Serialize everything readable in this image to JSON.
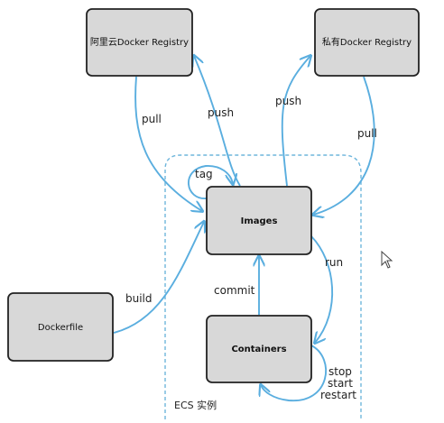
{
  "colors": {
    "edge": "#5aaedf",
    "group_border": "#6fb6dc",
    "node_fill": "#d8d8d8",
    "node_border": "#222222"
  },
  "group": {
    "label": "ECS 实例"
  },
  "nodes": {
    "aliyun_registry": {
      "label": "阿里云Docker Registry"
    },
    "private_registry": {
      "label": "私有Docker Registry"
    },
    "images": {
      "label": "Images"
    },
    "containers": {
      "label": "Containers"
    },
    "dockerfile": {
      "label": "Dockerfile"
    }
  },
  "edges": {
    "pull_left": {
      "label": "pull"
    },
    "push_left": {
      "label": "push"
    },
    "push_right": {
      "label": "push"
    },
    "pull_right": {
      "label": "pull"
    },
    "tag": {
      "label": "tag"
    },
    "build": {
      "label": "build"
    },
    "commit": {
      "label": "commit"
    },
    "run": {
      "label": "run"
    },
    "stop": {
      "label": "stop"
    },
    "start": {
      "label": "start"
    },
    "restart": {
      "label": "restart"
    }
  },
  "icons": {
    "cursor": "mouse-pointer-icon"
  }
}
